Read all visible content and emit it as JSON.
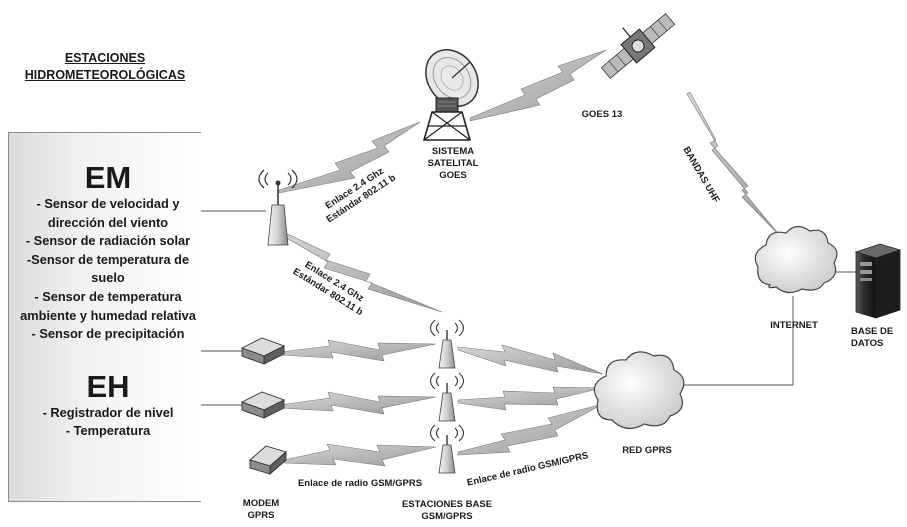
{
  "heading": {
    "line1": "ESTACIONES",
    "line2": "HIDROMETEOROLÓGICAS"
  },
  "panel": {
    "em_title": "EM",
    "em_sensors": [
      "- Sensor de velocidad y dirección del viento",
      "- Sensor de radiación solar",
      "-Sensor de temperatura de suelo",
      "- Sensor de temperatura ambiente y humedad relativa",
      "- Sensor de precipitación"
    ],
    "eh_title": "EH",
    "eh_sensors": [
      "- Registrador de nivel",
      "- Temperatura"
    ]
  },
  "nodes": {
    "satellite_system": [
      "SISTEMA",
      "SATELITAL",
      "GOES"
    ],
    "satellite": "GOES 13",
    "internet": "INTERNET",
    "database": [
      "BASE DE",
      "DATOS"
    ],
    "gprs_network": "RED GPRS",
    "modem": [
      "MODEM",
      "GPRS"
    ],
    "base_stations": [
      "ESTACIONES BASE",
      "GSM/GPRS"
    ]
  },
  "links": {
    "wifi_upper": [
      "Enlace 2.4 Ghz",
      "Estándar 802.11 b"
    ],
    "wifi_lower": [
      "Enlace 2.4 Ghz",
      "Estándar 802.11 b"
    ],
    "uhf": "BANDAS UHF",
    "gsm_modem": "Enlace de radio GSM/GPRS",
    "gsm_network": "Enlace de radio GSM/GPRS"
  }
}
